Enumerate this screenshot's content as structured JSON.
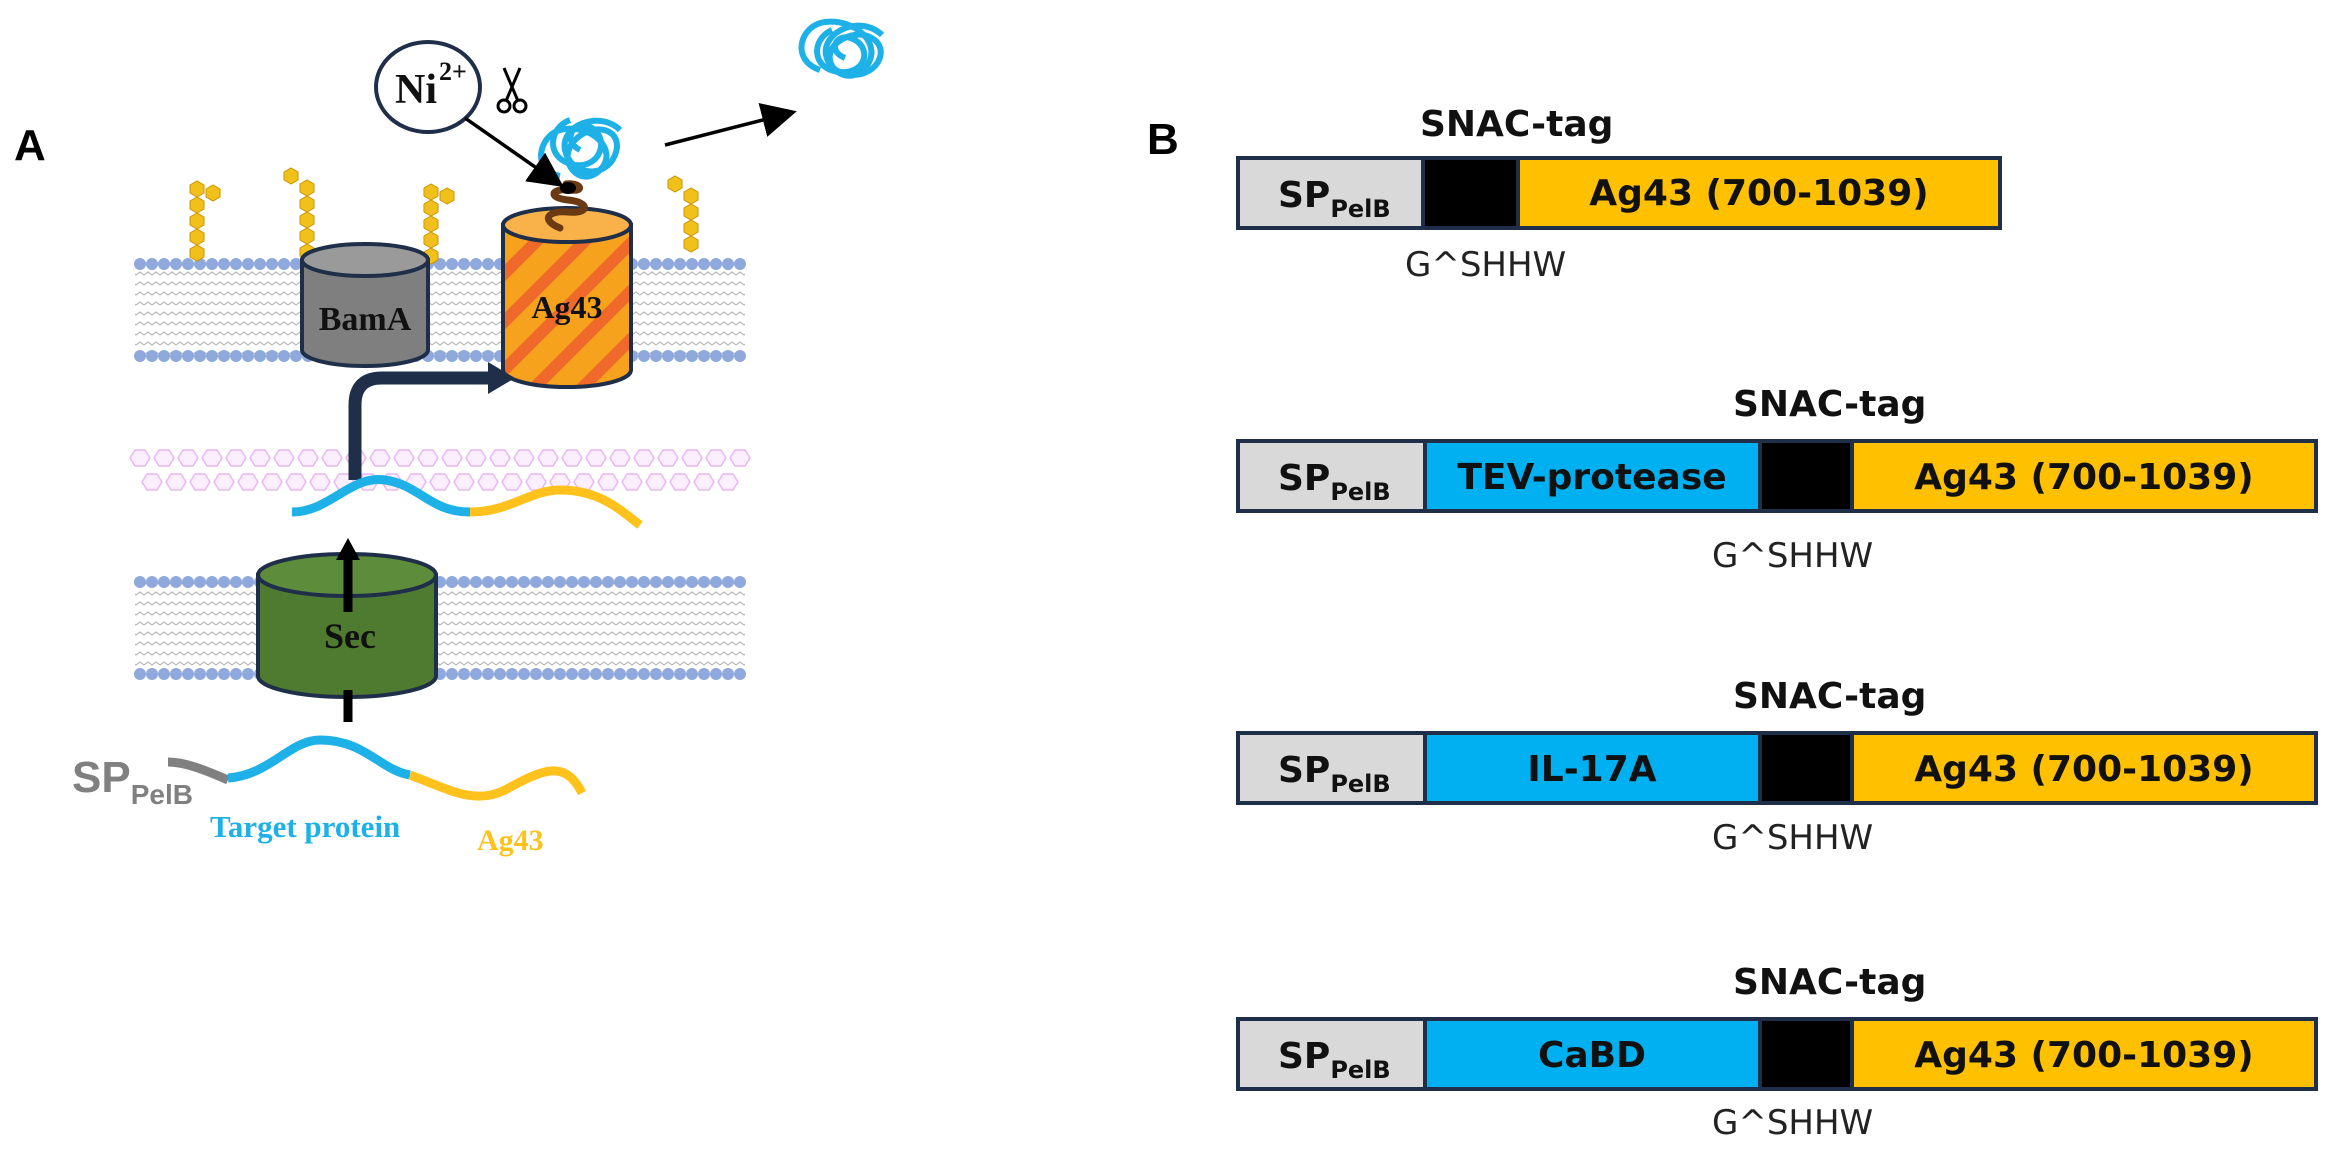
{
  "panel_a": {
    "letter": "A",
    "ion": "Ni",
    "ion_charge": "2+",
    "scissors_icon": "scissors-icon",
    "barrels": {
      "bama": "BamA",
      "ag43": "Ag43",
      "sec": "Sec"
    },
    "chain_labels": {
      "sp_main": "SP",
      "sp_sub": "PelB",
      "target": "Target protein",
      "ag43": "Ag43"
    },
    "colors": {
      "target_blue": "#1eb1e8",
      "ag43_yellow": "#ffc21c",
      "signal_gray": "#808080",
      "bama_gray": "#7f7f7f",
      "ag43_orange": "#f7941d",
      "sec_green": "#4f7b31",
      "lipid_head": "#8fa9dc",
      "peptidoglycan": "#e7b7f0",
      "lps_sugar": "#f2c01a"
    }
  },
  "panel_b": {
    "letter": "B",
    "constructs": [
      {
        "snac_label": "SNAC-tag",
        "sp_main": "SP",
        "sp_sub": "PelB",
        "passenger": "",
        "ag43_label": "Ag43 (700-1039)",
        "cleavage_site": "G^SHHW"
      },
      {
        "snac_label": "SNAC-tag",
        "sp_main": "SP",
        "sp_sub": "PelB",
        "passenger": "TEV-protease",
        "ag43_label": "Ag43 (700-1039)",
        "cleavage_site": "G^SHHW"
      },
      {
        "snac_label": "SNAC-tag",
        "sp_main": "SP",
        "sp_sub": "PelB",
        "passenger": "IL-17A",
        "ag43_label": "Ag43 (700-1039)",
        "cleavage_site": "G^SHHW"
      },
      {
        "snac_label": "SNAC-tag",
        "sp_main": "SP",
        "sp_sub": "PelB",
        "passenger": "CaBD",
        "ag43_label": "Ag43 (700-1039)",
        "cleavage_site": "G^SHHW"
      }
    ],
    "colors": {
      "sp_gray": "#d9d9d9",
      "passenger_blue": "#00b0f0",
      "snac_black": "#000000",
      "ag43_yellow": "#ffc000",
      "outline": "#1f2f4a"
    }
  }
}
